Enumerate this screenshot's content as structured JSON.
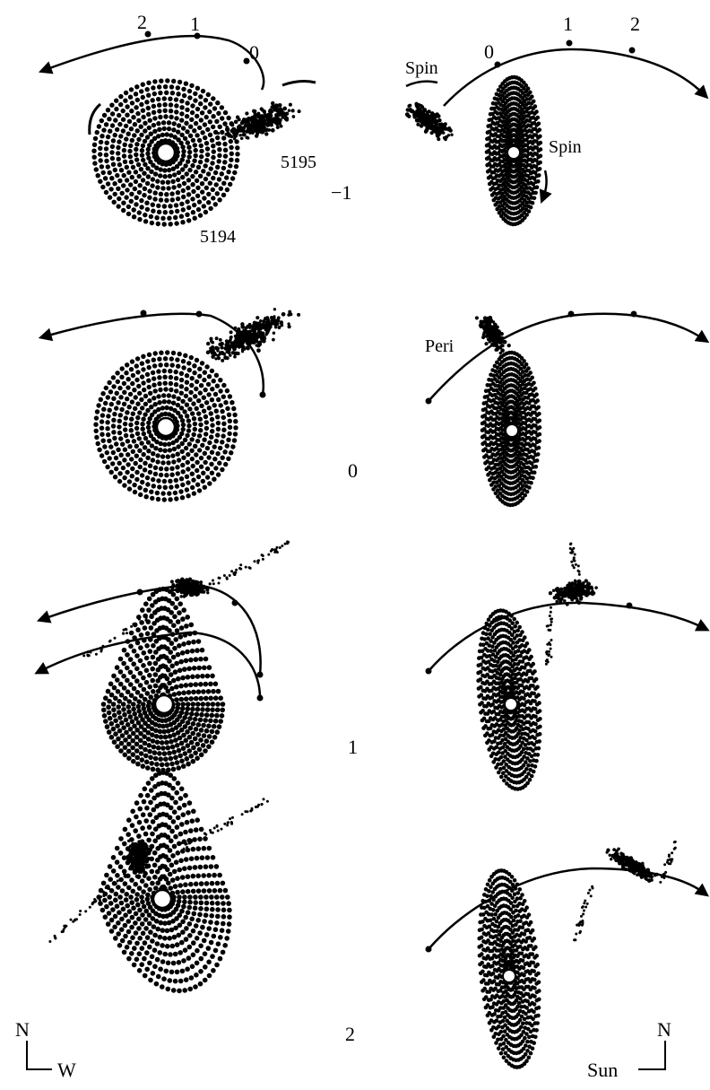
{
  "labels": {
    "orbit_tick_2": "2",
    "orbit_tick_1": "1",
    "orbit_tick_0": "0",
    "right_tick_0": "0",
    "right_tick_1": "1",
    "right_tick_2": "2",
    "spin_left": "Spin",
    "spin_right": "Spin",
    "galaxy_5195": "5195",
    "galaxy_5194": "5194",
    "peri": "Peri",
    "time_minus1": "−1",
    "time_0": "0",
    "time_1": "1",
    "time_2": "2",
    "compass_left_n": "N",
    "compass_left_w": "W",
    "compass_right_n": "N",
    "compass_right_sun": "Sun"
  },
  "colors": {
    "ink": "#000000",
    "paper": "#ffffff"
  }
}
